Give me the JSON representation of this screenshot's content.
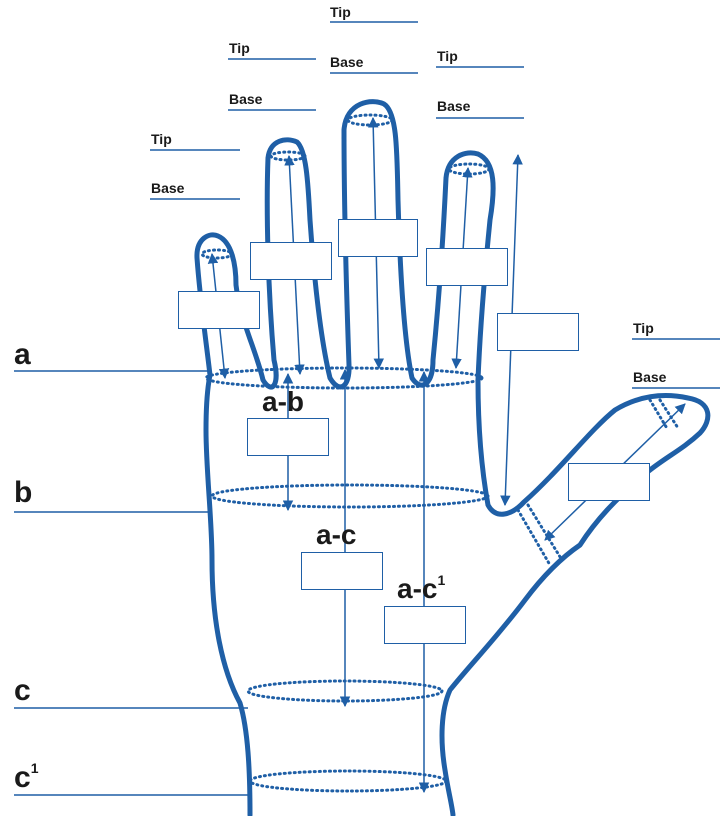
{
  "colors": {
    "outline": "#1f5fa6",
    "dotted_ring": "#1f5fa6",
    "label_text": "#1a1a1a",
    "box_border": "#1f5fa6",
    "background": "#ffffff"
  },
  "finger_labels": {
    "pinky": {
      "tip": "Tip",
      "base": "Base"
    },
    "ring": {
      "tip": "Tip",
      "base": "Base"
    },
    "middle": {
      "tip": "Tip",
      "base": "Base"
    },
    "index": {
      "tip": "Tip",
      "base": "Base"
    },
    "thumb": {
      "tip": "Tip",
      "base": "Base"
    }
  },
  "level_labels": {
    "a": "a",
    "b": "b",
    "c": "c",
    "c1_letter": "c",
    "c1_sup": "1"
  },
  "span_labels": {
    "a_b": "a-b",
    "a_c": "a-c",
    "a_c1_text": "a-c",
    "a_c1_sup": "1"
  }
}
